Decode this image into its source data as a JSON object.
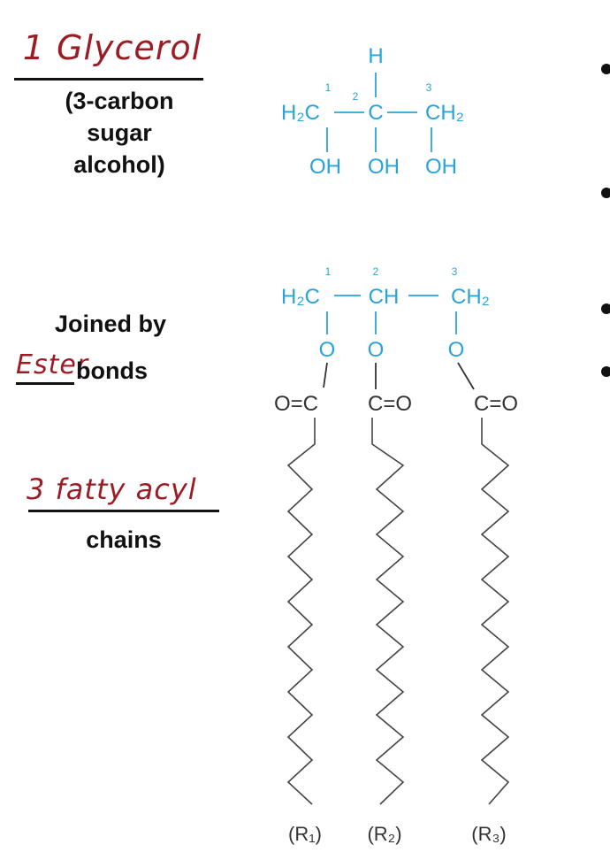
{
  "left_panel": {
    "glycerol_fill": "1 Glycerol",
    "glycerol_desc": [
      "(3-carbon",
      "sugar",
      "alcohol)"
    ],
    "joined_by": "Joined by",
    "ester_fill": "Ester",
    "bonds": "bonds",
    "fatty_fill": "3 fatty acyl",
    "chains": "chains"
  },
  "glycerol_structure": {
    "carbon_numbers": [
      "1",
      "2",
      "3"
    ],
    "top_h": "H",
    "row": [
      "H₂C",
      "C",
      "CH₂"
    ],
    "oh_groups": [
      "OH",
      "OH",
      "OH"
    ]
  },
  "triglyceride_structure": {
    "carbon_numbers": [
      "1",
      "2",
      "3"
    ],
    "row": [
      "H₂C",
      "CH",
      "CH₂"
    ],
    "oxygens": [
      "O",
      "O",
      "O"
    ],
    "carbonyls": [
      "O=C",
      "C=O",
      "C=O"
    ],
    "r_groups": [
      "(R₁)",
      "(R₂)",
      "(R₃)"
    ]
  },
  "colors": {
    "glycerol_blue": "#29a3d8",
    "handwriting": "#9b1c24",
    "text": "#111111"
  }
}
